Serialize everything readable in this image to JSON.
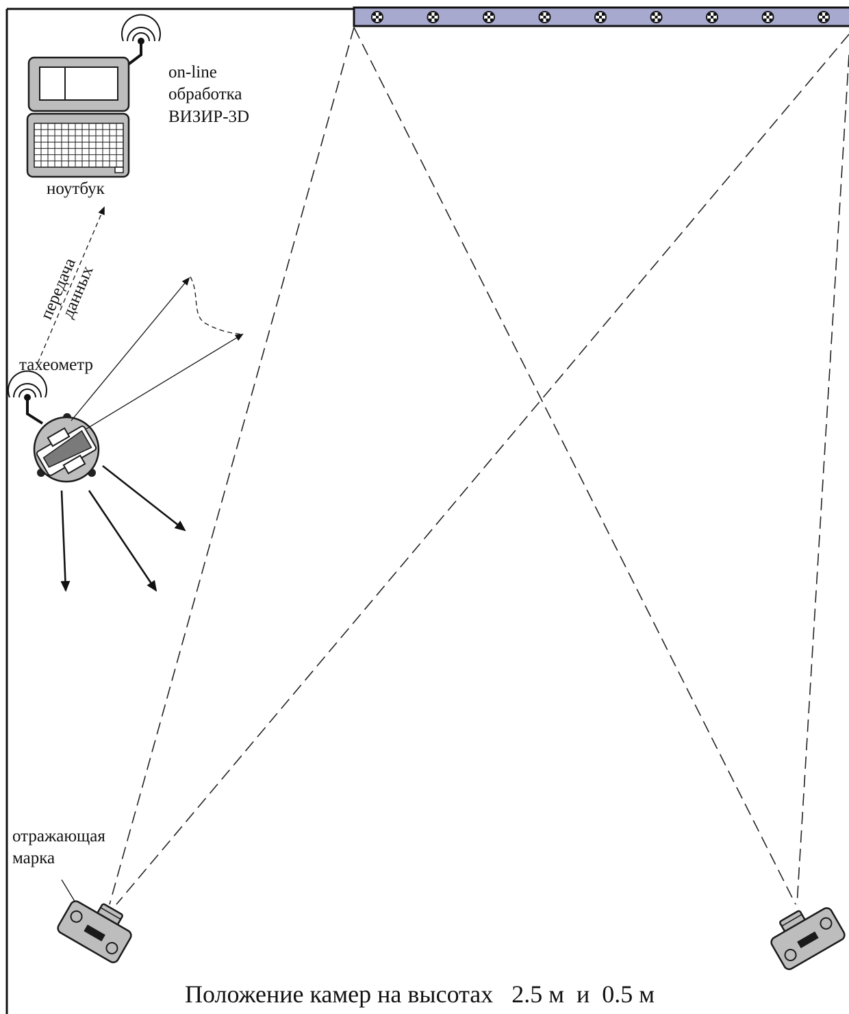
{
  "labels": {
    "online_line1": "on-line",
    "online_line2": "обработка",
    "online_line3": "ВИЗИР-3D",
    "notebook": "ноутбук",
    "data_transfer_line1": "передача",
    "data_transfer_line2": "данных",
    "total_station": "тахеометр",
    "reflector_line1": "отражающая",
    "reflector_line2": "марка",
    "caption": "Положение камер на высотах   2.5 м  и  0.5 м"
  },
  "target_bar": {
    "marker_count": 9,
    "fill_color": "#a7a9cf"
  },
  "colors": {
    "device_gray": "#bdbdbd",
    "dark_gray": "#7a7a7a",
    "line": "#111111"
  },
  "icons": [
    "laptop-icon",
    "antenna-icon",
    "total-station-icon",
    "camera-icon",
    "target-marker-icon"
  ]
}
